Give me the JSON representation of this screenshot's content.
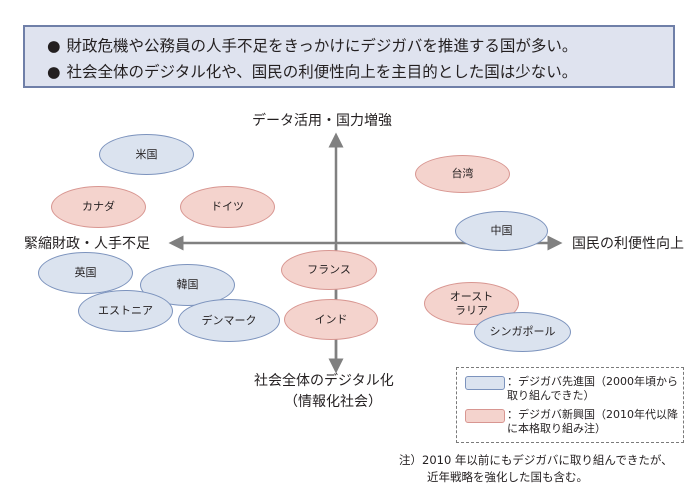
{
  "summary": {
    "bullet": "●",
    "lines": [
      "財政危機や公務員の人手不足をきっかけにデジガバを推進する国が多い。",
      "社会全体のデジタル化や、国民の利便性向上を主目的とした国は少ない。"
    ]
  },
  "axes": {
    "top": "データ活用・国力増強",
    "bottom": [
      "社会全体のデジタル化",
      "（情報化社会）"
    ],
    "left": "緊縮財政・人手不足",
    "right": "国民の利便性向上"
  },
  "countries": [
    {
      "id": "usa",
      "label": "米国",
      "group": "advanced"
    },
    {
      "id": "canada",
      "label": "カナダ",
      "group": "emerging"
    },
    {
      "id": "germany",
      "label": "ドイツ",
      "group": "emerging"
    },
    {
      "id": "taiwan",
      "label": "台湾",
      "group": "emerging"
    },
    {
      "id": "china",
      "label": "中国",
      "group": "advanced"
    },
    {
      "id": "uk",
      "label": "英国",
      "group": "advanced"
    },
    {
      "id": "korea",
      "label": "韓国",
      "group": "advanced"
    },
    {
      "id": "estonia",
      "label": "エストニア",
      "group": "advanced"
    },
    {
      "id": "denmark",
      "label": "デンマーク",
      "group": "advanced"
    },
    {
      "id": "france",
      "label": "フランス",
      "group": "emerging"
    },
    {
      "id": "india",
      "label": "インド",
      "group": "emerging"
    },
    {
      "id": "australia",
      "label": "オースト\nラリア",
      "group": "emerging"
    },
    {
      "id": "singapore",
      "label": "シンガポール",
      "group": "advanced"
    }
  ],
  "legend": {
    "advanced": "：デジガバ先進国（2000年頃から取り組んできた）",
    "emerging": "：デジガバ新興国（2010年代以降に本格取り組み注）"
  },
  "note": {
    "line1": "注）2010 年以前にもデジガバに取り組んできたが、",
    "line2": "近年戦略を強化した国も含む。"
  },
  "colors": {
    "advanced_fill": "#dbe3ef",
    "advanced_border": "#7c93bd",
    "emerging_fill": "#f4d3cd",
    "emerging_border": "#d89691",
    "axis": "#808080",
    "summary_fill": "#dfe3ef",
    "summary_border": "#6f7fa8"
  }
}
